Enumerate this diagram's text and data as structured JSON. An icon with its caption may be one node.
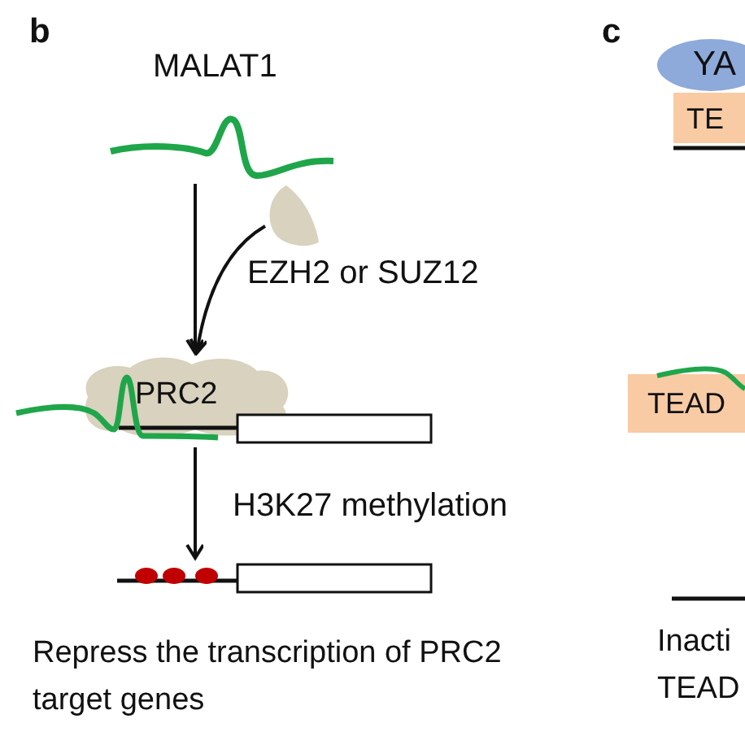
{
  "diagram": {
    "nodes": [
      {
        "text": [
          "MALAT1"
        ]
      },
      {
        "text": [],
        "shape": "circle"
      },
      {
        "text": [
          "PRC2"
        ]
      },
      {
        "text": [],
        "shape": "box"
      },
      {
        "text": [
          "YA"
        ]
      },
      {
        "text": [
          "TE"
        ]
      },
      {
        "text": [
          "TEAD"
        ]
      }
    ],
    "edges": [
      {
        "from": 0,
        "to": 2,
        "arrow": "to"
      },
      {
        "from": 1,
        "to": 2,
        "arrow": "to",
        "label": "EZH2 or SUZ12"
      },
      {
        "from": 2,
        "to": 3,
        "arrow": "to",
        "label": "H3K27 methylation"
      }
    ],
    "labels": [
      "b",
      "c",
      "Repress the transcription of PRC2 target genes",
      "Inacti",
      "TEAD"
    ]
  }
}
